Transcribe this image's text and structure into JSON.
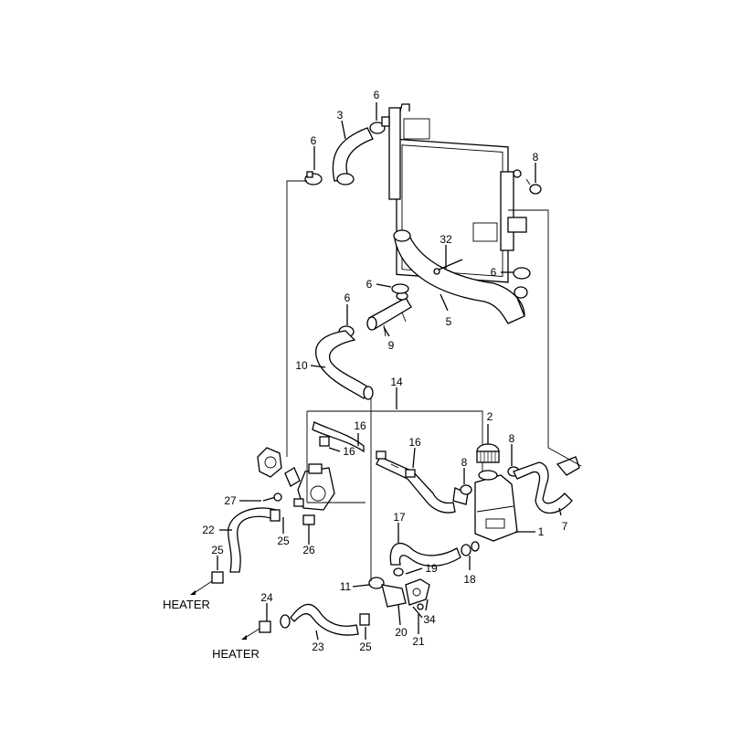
{
  "callouts": {
    "n1": "1",
    "n2": "2",
    "n3": "3",
    "n5": "5",
    "n6": "6",
    "n7": "7",
    "n8": "8",
    "n9": "9",
    "n10": "10",
    "n11": "11",
    "n14": "14",
    "n16": "16",
    "n17": "17",
    "n18": "18",
    "n19": "19",
    "n20": "20",
    "n21": "21",
    "n22": "22",
    "n23": "23",
    "n24": "24",
    "n25": "25",
    "n26": "26",
    "n27": "27",
    "n32": "32",
    "n34": "34"
  },
  "labels": {
    "heater": "HEATER"
  }
}
